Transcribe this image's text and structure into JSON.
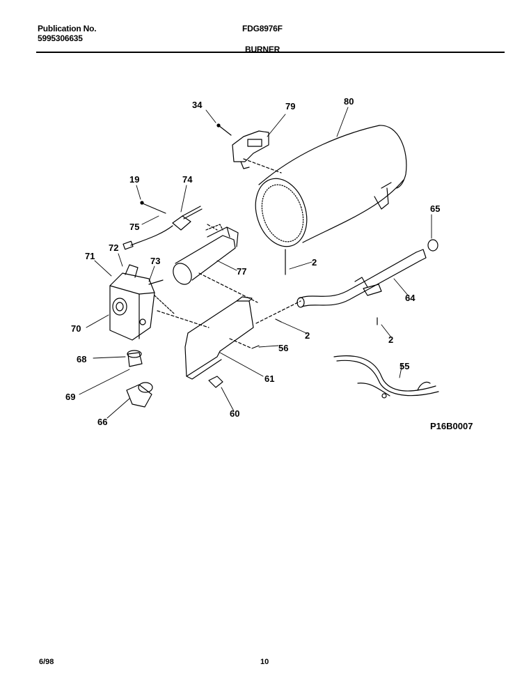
{
  "header": {
    "publication_label": "Publication No.",
    "publication_number": "5995306635",
    "model": "FDG8976F",
    "section": "BURNER"
  },
  "diagram": {
    "callouts": [
      "34",
      "79",
      "80",
      "19",
      "74",
      "75",
      "72",
      "71",
      "73",
      "77",
      "2",
      "65",
      "64",
      "70",
      "2",
      "2",
      "56",
      "68",
      "61",
      "55",
      "69",
      "60",
      "66"
    ],
    "code": "P16B0007"
  },
  "footer": {
    "date": "6/98",
    "page": "10"
  }
}
